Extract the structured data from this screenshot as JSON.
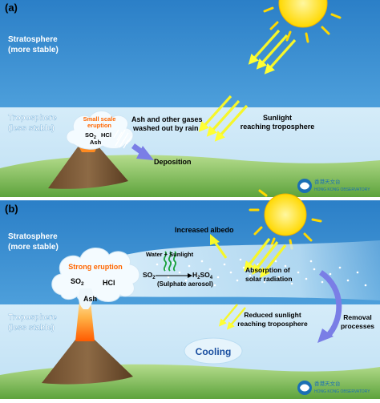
{
  "panel_a": {
    "tag": "(a)",
    "stratosphere": [
      "Stratosphere",
      "(more stable)"
    ],
    "troposphere": [
      "Troposphere",
      "(less stable)"
    ],
    "eruption": [
      "Small scale",
      "eruption"
    ],
    "gas_so2": "SO",
    "gas_so2_sub": "2",
    "gas_hcl": "HCl",
    "ash": "Ash",
    "washout": [
      "Ash and other gases",
      "washed out by rain"
    ],
    "sunlight": [
      "Sunlight",
      "reaching troposphere"
    ],
    "deposition": "Deposition"
  },
  "panel_b": {
    "tag": "(b)",
    "stratosphere": [
      "Stratosphere",
      "(more stable)"
    ],
    "troposphere": [
      "Troposphere",
      "(less stable)"
    ],
    "increased_albedo": "Increased albedo",
    "eruption": "Strong eruption",
    "gas_so2": "SO",
    "gas_so2_sub": "2",
    "gas_hcl": "HCl",
    "ash": "Ash",
    "water_sunlight": "Water + Sunlight",
    "reaction_left": "SO",
    "reaction_left_sub": "2",
    "reaction_right": "H",
    "reaction_right_sub1": "2",
    "reaction_right_mid": "SO",
    "reaction_right_sub2": "4",
    "sulphate": "(Sulphate aerosol)",
    "absorption": [
      "Absorption of",
      "solar radiation"
    ],
    "reduced_sunlight": [
      "Reduced sunlight",
      "reaching troposphere"
    ],
    "removal": [
      "Removal",
      "processes"
    ],
    "cooling": "Cooling"
  },
  "logo": {
    "chinese": "香港天文台",
    "english": "HONG KONG OBSERVATORY"
  },
  "colors": {
    "stratosphere": "#3a8fd0",
    "troposphere": "#c9e6f7",
    "sun": "#ffe32e",
    "arrow": "#ffff33",
    "lava": "#ff7f1a",
    "cooling_text": "#1a4fa0",
    "eruption_text": "#ff6600"
  }
}
